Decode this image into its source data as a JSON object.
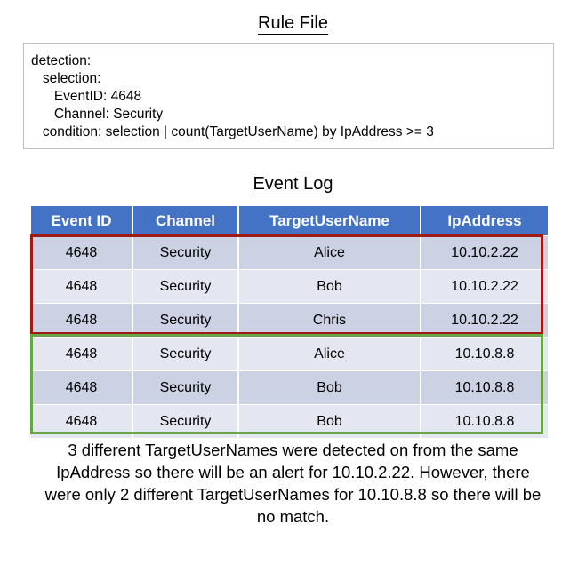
{
  "rule_section": {
    "title": "Rule File",
    "code": "detection:\n   selection:\n      EventID: 4648\n      Channel: Security\n   condition: selection | count(TargetUserName) by IpAddress >= 3"
  },
  "event_section": {
    "title": "Event Log",
    "columns": [
      "Event ID",
      "Channel",
      "TargetUserName",
      "IpAddress"
    ],
    "rows": [
      {
        "event_id": "4648",
        "channel": "Security",
        "target_user_name": "Alice",
        "ip_address": "10.10.2.22"
      },
      {
        "event_id": "4648",
        "channel": "Security",
        "target_user_name": "Bob",
        "ip_address": "10.10.2.22"
      },
      {
        "event_id": "4648",
        "channel": "Security",
        "target_user_name": "Chris",
        "ip_address": "10.10.2.22"
      },
      {
        "event_id": "4648",
        "channel": "Security",
        "target_user_name": "Alice",
        "ip_address": "10.10.8.8"
      },
      {
        "event_id": "4648",
        "channel": "Security",
        "target_user_name": "Bob",
        "ip_address": "10.10.8.8"
      },
      {
        "event_id": "4648",
        "channel": "Security",
        "target_user_name": "Bob",
        "ip_address": "10.10.8.8"
      }
    ]
  },
  "highlights": {
    "match_group_color": "#a01a17",
    "no_match_group_color": "#66a646"
  },
  "caption": {
    "text": "3 different TargetUserNames were detected on from the same IpAddress so there will be an alert for 10.10.2.22. However, there were only 2 different TargetUserNames for 10.10.8.8 so there will be no match."
  },
  "colors": {
    "header_blue": "#4472c4",
    "row_dark": "#ccd1e4",
    "row_light": "#e4e7f2",
    "box_border": "#bfbfbf"
  }
}
